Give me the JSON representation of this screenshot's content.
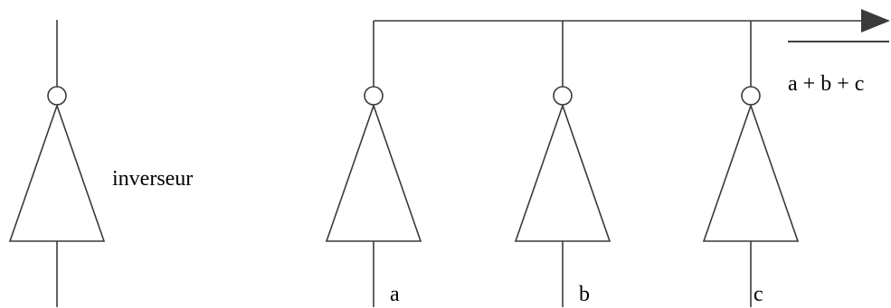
{
  "colors": {
    "line": "#3a3a3a",
    "text": "#000000",
    "background": "#ffffff"
  },
  "inverter": {
    "label": "inverseur"
  },
  "gates": [
    {
      "input_label": "a"
    },
    {
      "input_label": "b"
    },
    {
      "input_label": "c"
    }
  ],
  "output": {
    "label": "a + b + c",
    "negated": true
  }
}
